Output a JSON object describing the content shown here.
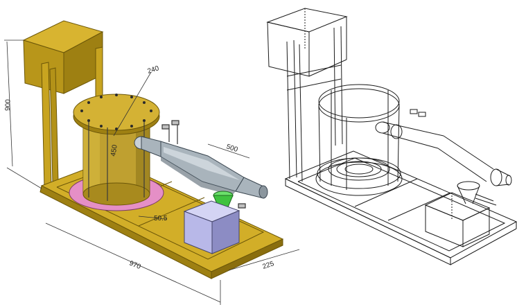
{
  "diagram": {
    "dimensions": {
      "height_label": "900",
      "diameter_label": "240",
      "chamber_label": "450",
      "tube_label": "500",
      "small_label": "50.5",
      "length_label": "970",
      "width_label": "225"
    }
  },
  "colors": {
    "frame": "#C8A420",
    "frame_dark": "#8E7412",
    "chamber": "#BFA030",
    "chamber_dark": "#8A7318",
    "base_ring": "#E58FC6",
    "tube": "#A9B4BC",
    "tube_dark": "#6E7A84",
    "funnel": "#3FC23F",
    "box": "#B8B8E8",
    "box_dark": "#8C8CC4",
    "line": "#222222"
  }
}
